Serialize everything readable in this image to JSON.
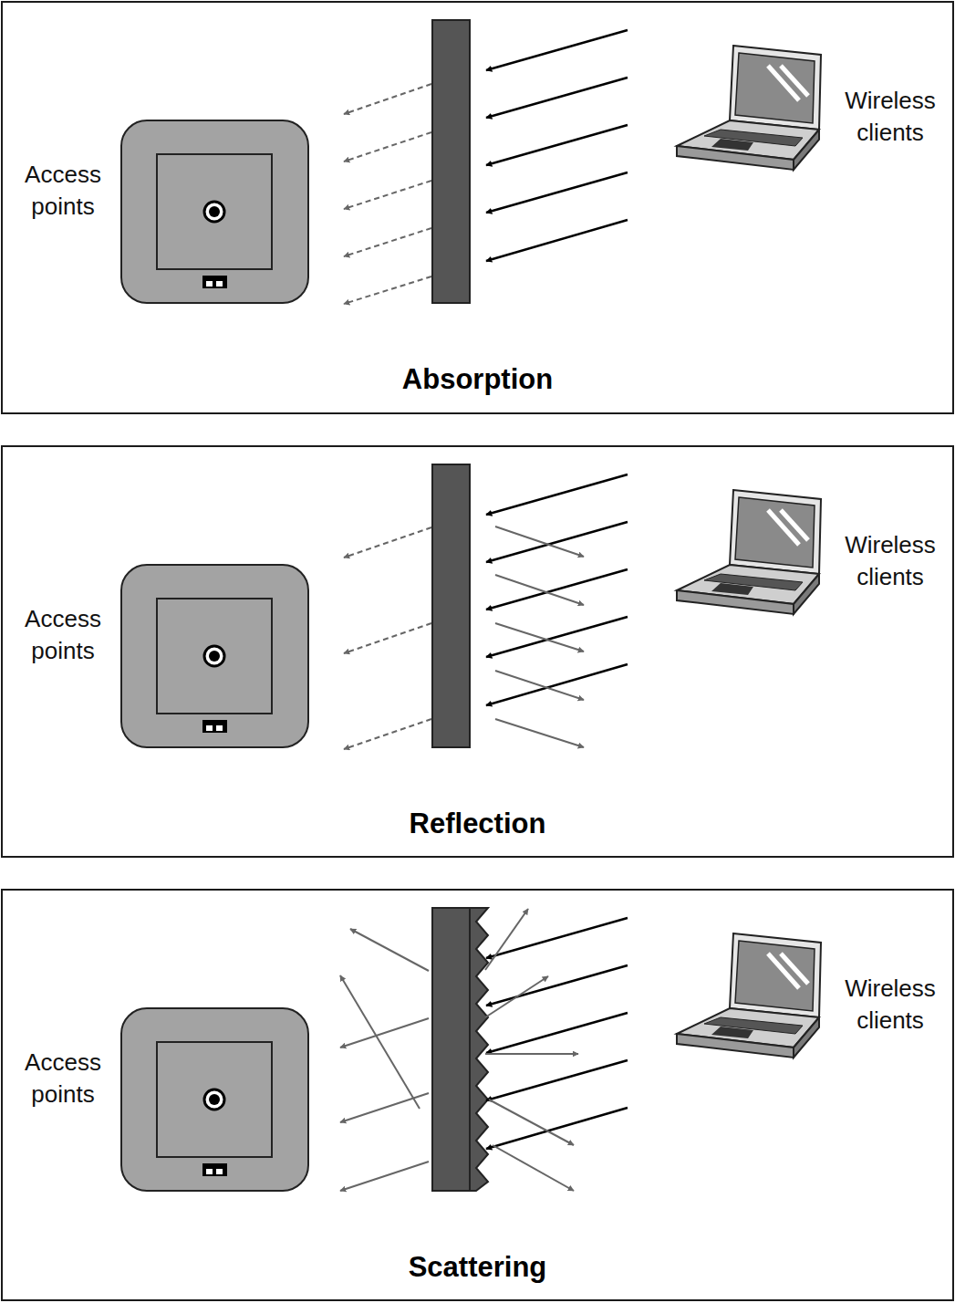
{
  "diagram": {
    "nodes": [
      {
        "text": [
          "Absorption"
        ]
      },
      {
        "text": [
          "Reflection"
        ]
      },
      {
        "text": [
          "Scattering"
        ]
      }
    ],
    "labels": [
      "Access points",
      "Wireless clients",
      "Access points",
      "Wireless clients",
      "Access points",
      "Wireless clients"
    ]
  }
}
